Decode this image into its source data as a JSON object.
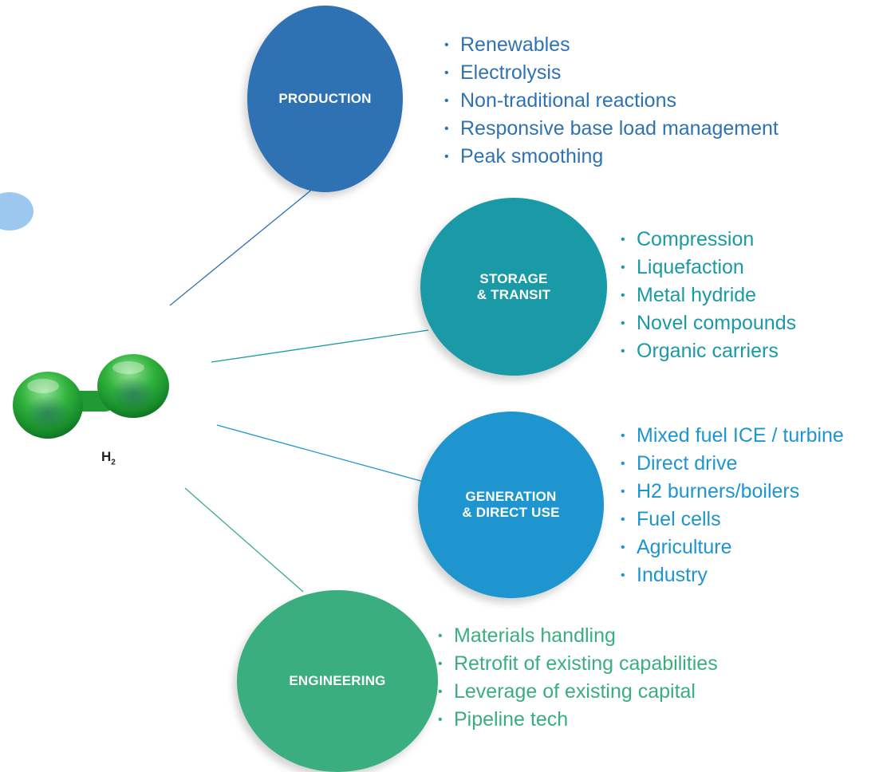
{
  "molecule_label": "H",
  "molecule_subscript": "2",
  "colors": {
    "production": "#2f72b4",
    "storage": "#1a9aa6",
    "generation": "#1e95cf",
    "engineering": "#3aae7e",
    "deco_dot": "#9cc7ee",
    "molecule": "#2aa53a"
  },
  "nodes": [
    {
      "id": "production",
      "label": "PRODUCTION",
      "color": "#2f72b4",
      "text_color": "#2f72b4",
      "items": [
        "Renewables",
        "Electrolysis",
        "Non-traditional reactions",
        "Responsive base load management",
        "Peak smoothing"
      ]
    },
    {
      "id": "storage",
      "label": "STORAGE\n& TRANSIT",
      "color": "#1a9aa6",
      "text_color": "#1a9aa6",
      "items": [
        "Compression",
        "Liquefaction",
        "Metal hydride",
        "Novel compounds",
        "Organic carriers"
      ]
    },
    {
      "id": "generation",
      "label": "GENERATION\n& DIRECT USE",
      "color": "#1e95cf",
      "text_color": "#1e95cf",
      "items": [
        "Mixed fuel ICE / turbine",
        "Direct drive",
        "H2 burners/boilers",
        "Fuel cells",
        "Agriculture",
        "Industry"
      ]
    },
    {
      "id": "engineering",
      "label": "ENGINEERING",
      "color": "#3aae7e",
      "text_color": "#3aae7e",
      "items": [
        "Materials handling",
        "Retrofit of existing capabilities",
        "Leverage of existing capital",
        "Pipeline tech"
      ]
    }
  ]
}
